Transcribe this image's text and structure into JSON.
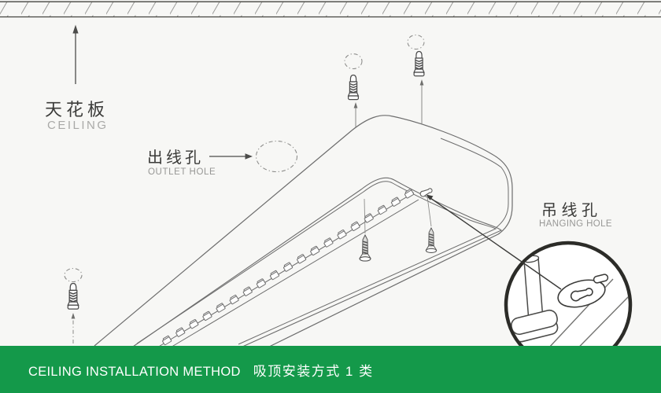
{
  "labels": {
    "ceiling_zh": "天花板",
    "ceiling_en": "CEILING",
    "outlet_zh": "出线孔",
    "outlet_en": "OUTLET HOLE",
    "hanging_zh": "吊线孔",
    "hanging_en": "HANGING HOLE"
  },
  "footer": {
    "method_en": "CEILING INSTALLATION METHOD",
    "method_zh": "吸顶安装方式 1 类"
  },
  "colors": {
    "page_bg": "#f7f7f5",
    "footer_bg": "#14994a",
    "footer_text": "#ffffff",
    "fixture_line": "#6d6d6d",
    "detail_line": "#3a3a3a",
    "magnifier_ring": "#2c2c28",
    "label_zh": "#3b3b39",
    "label_en": "#a6a6a4",
    "dashed_hole": "#8f8f8f"
  },
  "diagram": {
    "parts": [
      "ceiling-hatch-band",
      "ceiling-arrow",
      "outlet-hole-dashed-circle",
      "light-fixture-isometric",
      "led-slot-strip",
      "keyhole-slot",
      "wall-anchor-x3",
      "mounting-screw-x2",
      "drill-hole-dashed-circle-x3",
      "hanging-hole-magnifier-detail"
    ]
  }
}
